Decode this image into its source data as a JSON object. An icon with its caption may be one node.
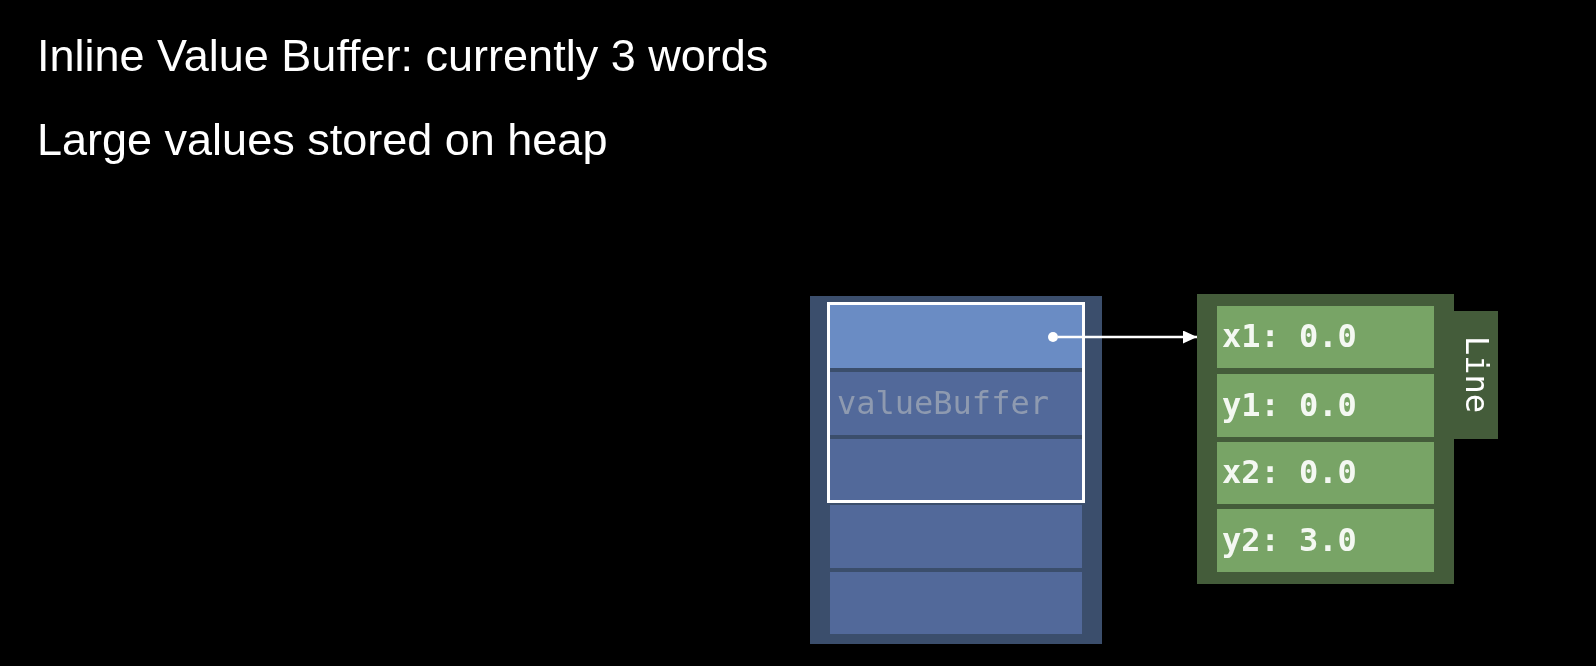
{
  "diagram": {
    "nodes": [
      {
        "text": [],
        "shape": "box"
      },
      {
        "text": [],
        "shape": "box",
        "in": 0
      },
      {
        "text": [],
        "shape": "box",
        "in": 1
      },
      {
        "text": [],
        "shape": "circle",
        "in": 2
      },
      {
        "text": [
          "valueBuffer"
        ],
        "in": 1
      },
      {
        "text": [],
        "shape": "box",
        "in": 1
      },
      {
        "text": [],
        "shape": "box",
        "in": 0
      },
      {
        "text": [],
        "shape": "box",
        "in": 0
      },
      {
        "text": [
          "Line"
        ]
      },
      {
        "text": [
          "x1: 0.0"
        ],
        "in": 8
      },
      {
        "text": [
          "y1: 0.0"
        ],
        "in": 8
      },
      {
        "text": [
          "x2: 0.0"
        ],
        "in": 8
      },
      {
        "text": [
          "y2: 3.0"
        ],
        "in": 8
      }
    ],
    "edges": [
      {
        "from": 3,
        "to": 8,
        "arrow": "to"
      }
    ],
    "labels": [
      "Inline Value Buffer: currently 3 words",
      "Large values stored on heap"
    ]
  }
}
